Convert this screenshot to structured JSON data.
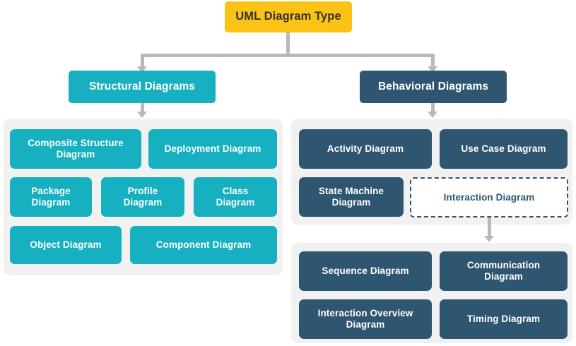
{
  "diagram": {
    "title": "UML Diagram Type",
    "root": {
      "label": "UML Diagram Type",
      "color": "#FBC316",
      "text_color": "#333333"
    },
    "branches": [
      {
        "label": "Structural Diagrams",
        "color": "#16B0C0",
        "children": [
          {
            "label": "Composite Structure\nDiagram"
          },
          {
            "label": "Deployment Diagram"
          },
          {
            "label": "Package\nDiagram"
          },
          {
            "label": "Profile\nDiagram"
          },
          {
            "label": "Class\nDiagram"
          },
          {
            "label": "Object Diagram"
          },
          {
            "label": "Component Diagram"
          }
        ]
      },
      {
        "label": "Behavioral Diagrams",
        "color": "#2F5670",
        "children": [
          {
            "label": "Activity Diagram"
          },
          {
            "label": "Use Case Diagram"
          },
          {
            "label": "State Machine\nDiagram"
          },
          {
            "label": "Interaction Diagram",
            "style": "dashed"
          }
        ],
        "sub_group": {
          "parent": "Interaction Diagram",
          "children": [
            {
              "label": "Sequence Diagram"
            },
            {
              "label": "Communication\nDiagram"
            },
            {
              "label": "Interaction Overview\nDiagram"
            },
            {
              "label": "Timing Diagram"
            }
          ]
        }
      }
    ],
    "palette": {
      "root_yellow": "#FBC316",
      "structural_teal": "#16B0C0",
      "behavioral_slate": "#2F5670",
      "panel_gray": "#F1F1F1",
      "connector_gray": "#B9B9B9",
      "background": "#FFFFFF"
    }
  }
}
